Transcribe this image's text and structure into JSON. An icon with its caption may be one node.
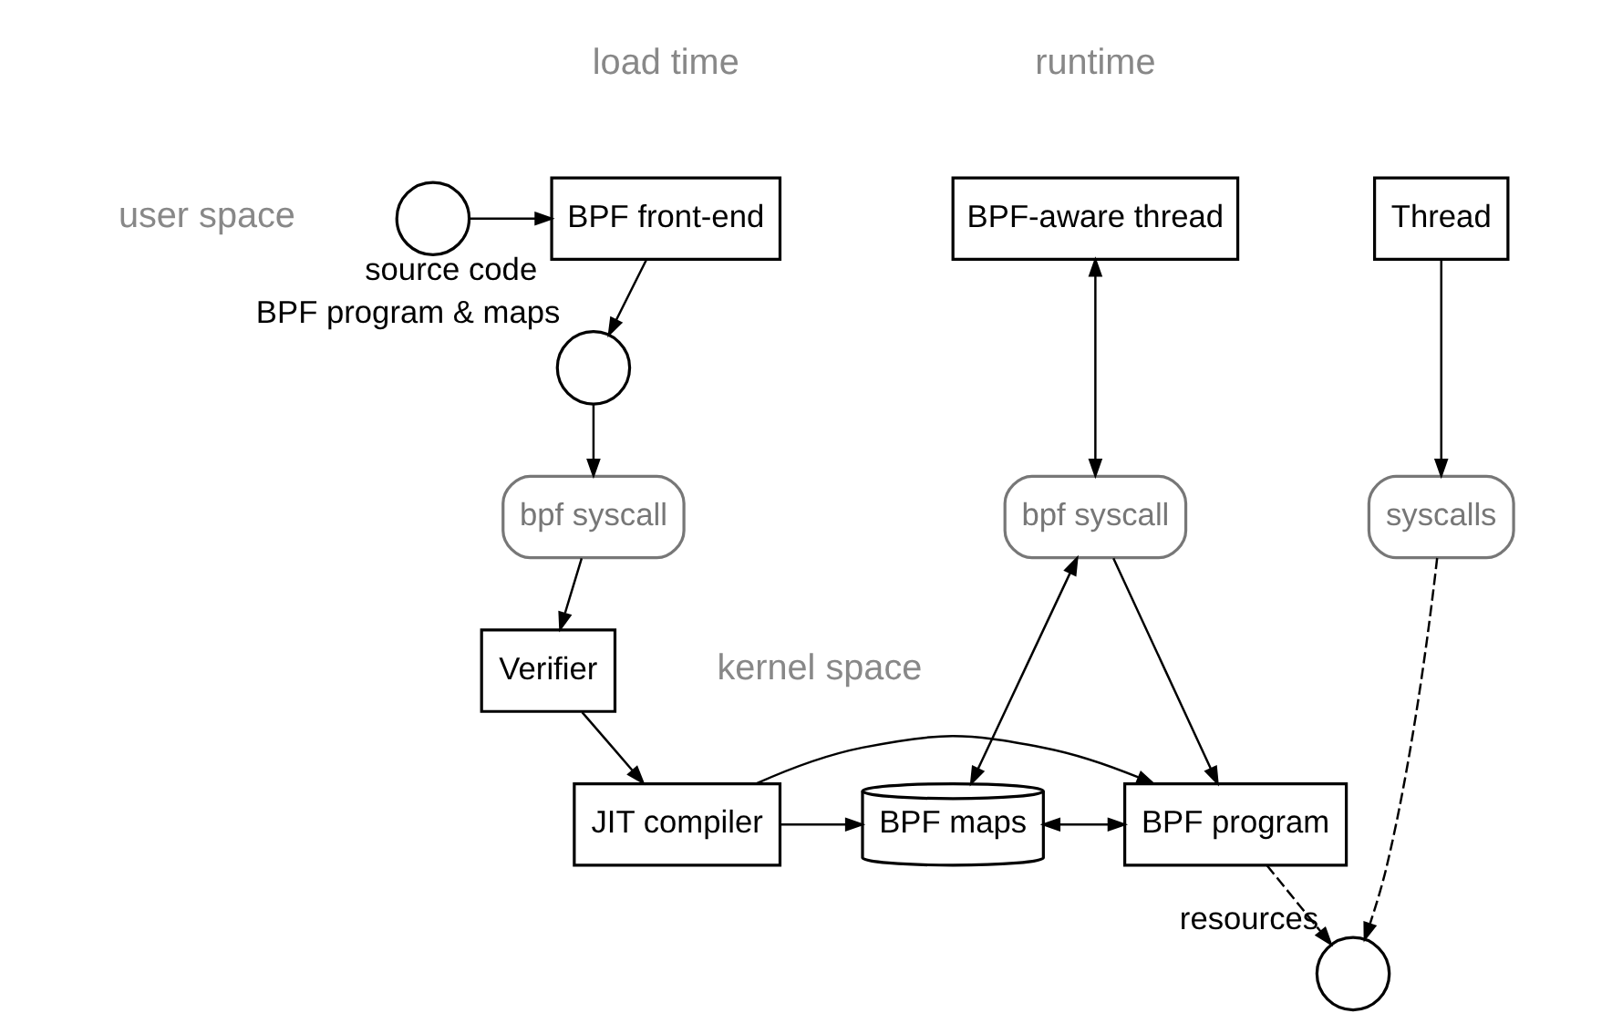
{
  "diagram": {
    "nodes": [
      {
        "text": [],
        "shape": "circle",
        "beside": [
          "source code"
        ]
      },
      {
        "text": [
          "BPF front-end"
        ]
      },
      {
        "text": [],
        "shape": "circle",
        "beside": [
          "BPF program & maps"
        ]
      },
      {
        "text": [
          "bpf syscall"
        ]
      },
      {
        "text": [
          "Verifier"
        ]
      },
      {
        "text": [
          "JIT compiler"
        ]
      },
      {
        "text": [
          "BPF maps"
        ]
      },
      {
        "text": [
          "BPF-aware thread"
        ]
      },
      {
        "text": [
          "Thread"
        ]
      },
      {
        "text": [
          "bpf syscall"
        ]
      },
      {
        "text": [
          "syscalls"
        ]
      },
      {
        "text": [
          "BPF program"
        ]
      },
      {
        "text": [],
        "shape": "circle",
        "beside": [
          "resources"
        ]
      }
    ],
    "edges": [
      {
        "from": 0,
        "to": 1,
        "arrow": "to"
      },
      {
        "from": 1,
        "to": 2,
        "arrow": "to"
      },
      {
        "from": 2,
        "to": 3,
        "arrow": "to"
      },
      {
        "from": 3,
        "to": 4,
        "arrow": "to"
      },
      {
        "from": 4,
        "to": 5,
        "arrow": "to"
      },
      {
        "from": 5,
        "to": 6,
        "arrow": "to"
      },
      {
        "from": 5,
        "to": 11,
        "arrow": "to"
      },
      {
        "from": 6,
        "to": 11,
        "arrow": "both"
      },
      {
        "from": 6,
        "to": 9,
        "arrow": "both"
      },
      {
        "from": 7,
        "to": 9,
        "arrow": "both"
      },
      {
        "from": 9,
        "to": 11,
        "arrow": "to"
      },
      {
        "from": 8,
        "to": 10,
        "arrow": "to"
      },
      {
        "from": 10,
        "to": 12,
        "arrow": "to",
        "style": "dashed"
      },
      {
        "from": 11,
        "to": 12,
        "arrow": "to",
        "style": "dashed"
      }
    ],
    "labels": [
      "load time",
      "runtime",
      "user space",
      "kernel space"
    ]
  }
}
